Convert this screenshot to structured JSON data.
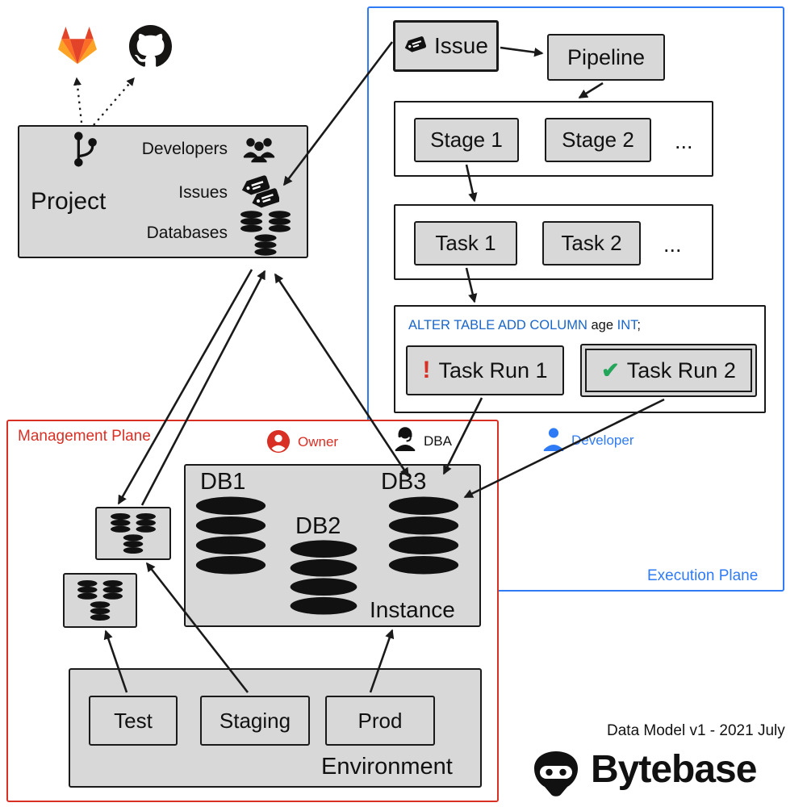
{
  "icons": {
    "vcs": [
      "gitlab-icon",
      "github-icon"
    ],
    "project": [
      "git-branch-icon",
      "team-icon",
      "tags-icon",
      "database-cluster-icon"
    ],
    "database": [
      "db-cylinder-icon",
      "database-cluster-icon"
    ],
    "status": [
      "error-exclamation-badge",
      "success-check-badge"
    ],
    "roles": [
      "owner-icon",
      "dba-icon",
      "developer-icon"
    ],
    "brand": "bytebase-logo"
  },
  "colors": {
    "box_fill": "#d8d8d8",
    "line": "#1a1a1a",
    "execution_plane": "#2f7bf5",
    "management_plane": "#d93025",
    "owner": "#d93025",
    "dba": "#111111",
    "developer": "#2f7bf5",
    "sql_keyword": "#1a66c9",
    "error": "#d93025",
    "success": "#23a55a"
  },
  "project": {
    "title": "Project",
    "rows": [
      {
        "label": "Developers"
      },
      {
        "label": "Issues"
      },
      {
        "label": "Databases"
      }
    ]
  },
  "execution_plane": {
    "label": "Execution Plane",
    "issue_label": "Issue",
    "pipeline_label": "Pipeline",
    "stages": [
      "Stage 1",
      "Stage 2",
      "..."
    ],
    "tasks": [
      "Task 1",
      "Task 2",
      "..."
    ],
    "sql": {
      "kw1": "ALTER TABLE ADD COLUMN ",
      "arg": "age ",
      "kw2": "INT",
      "end": ";"
    },
    "task_runs": [
      {
        "label": "Task Run 1",
        "status": "error",
        "badge": "!"
      },
      {
        "label": "Task Run 2",
        "status": "success",
        "badge": "✔"
      }
    ]
  },
  "management_plane": {
    "label": "Management Plane",
    "roles": [
      {
        "label": "Owner"
      },
      {
        "label": "DBA"
      },
      {
        "label": "Developer"
      }
    ],
    "instance": {
      "label": "Instance",
      "databases": [
        "DB1",
        "DB2",
        "DB3"
      ]
    },
    "environment": {
      "label": "Environment",
      "items": [
        "Test",
        "Staging",
        "Prod"
      ]
    }
  },
  "footer": {
    "version": "Data Model v1 - 2021 July",
    "brand": "Bytebase"
  }
}
